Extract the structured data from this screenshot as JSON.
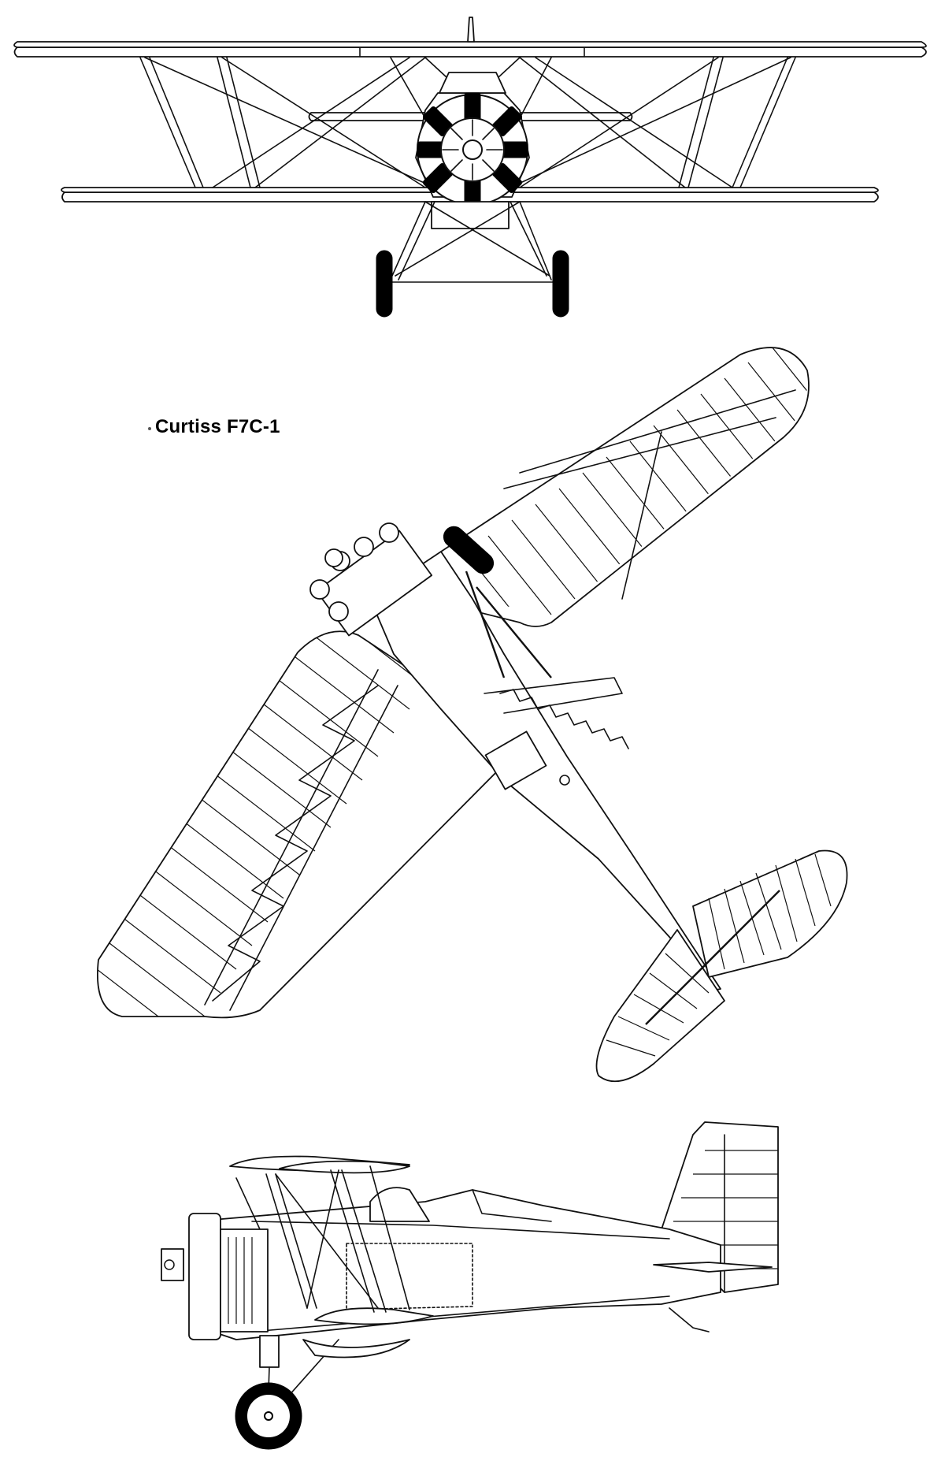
{
  "title": "Curtiss F7C-1",
  "views": [
    "front",
    "top",
    "side"
  ],
  "colors": {
    "line": "#111111",
    "background": "#ffffff"
  }
}
